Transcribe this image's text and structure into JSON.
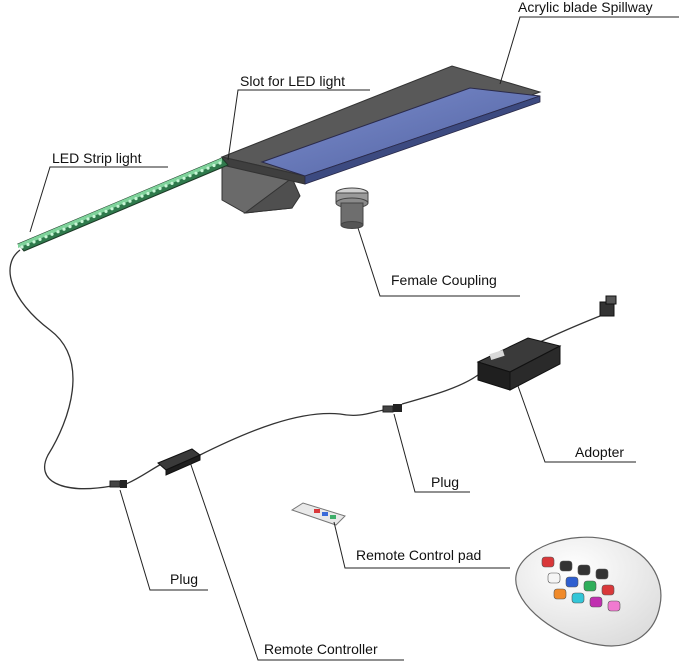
{
  "labels": {
    "acrylic_blade": "Acrylic blade Spillway",
    "slot_led": "Slot for LED light",
    "led_strip": "LED Strip light",
    "female_coupling": "Female Coupling",
    "adopter": "Adopter",
    "plug_right": "Plug",
    "plug_left": "Plug",
    "remote_control_pad": "Remote Control pad",
    "remote_controller": "Remote Controller"
  },
  "colors": {
    "body_dark": "#555555",
    "body_side": "#6e6e6e",
    "blade_blue": "#5d6fb0",
    "led_green": "#3fae6a",
    "remote_red": "#d9383a"
  },
  "remote_buttons": [
    "power",
    "arrow-1",
    "arrow-2",
    "arrow-3",
    "white",
    "blue",
    "green",
    "red",
    "orange",
    "cyan",
    "magenta",
    "pink"
  ]
}
